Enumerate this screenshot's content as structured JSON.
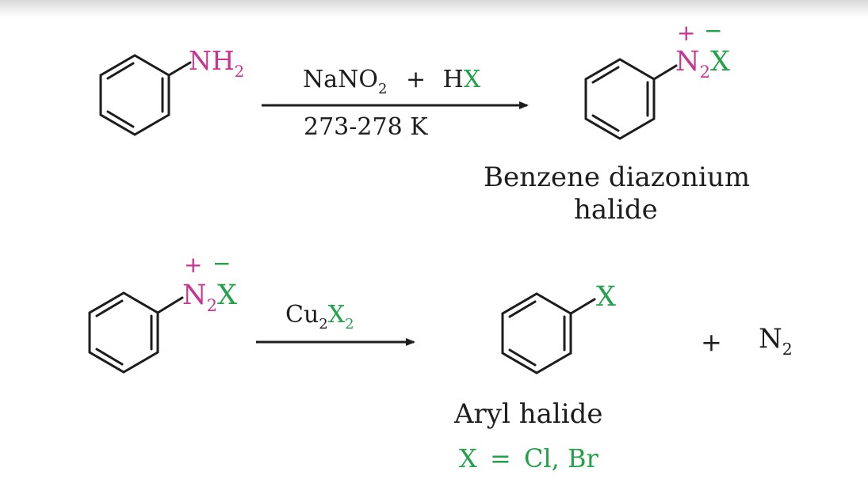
{
  "reaction1": {
    "amine": {
      "symbol": "NH",
      "subscript": "2"
    },
    "reagent": {
      "nitrite": "NaNO",
      "nitrite_sub": "2",
      "plus": "+",
      "acid": "HX"
    },
    "condition": "273-278 K",
    "product": {
      "n": "N",
      "n_sub": "2",
      "x": "X",
      "plus_charge": "+",
      "minus_charge": "−",
      "name_line1": "Benzene diazonium",
      "name_line2": "halide"
    }
  },
  "reaction2": {
    "reactant": {
      "n": "N",
      "n_sub": "2",
      "x": "X",
      "plus_charge": "+",
      "minus_charge": "−"
    },
    "reagent": {
      "cu": "Cu",
      "cu_sub": "2",
      "x": "X",
      "x_sub": "2"
    },
    "product": {
      "x": "X",
      "name": "Aryl halide"
    },
    "plus": "+",
    "byproduct": {
      "n": "N",
      "n_sub": "2"
    },
    "note": {
      "lhs": "X",
      "eq": "=",
      "rhs": "Cl, Br"
    }
  },
  "colors": {
    "nitrogen": "#c8348f",
    "halogen": "#22a14a",
    "text": "#1d1d1d"
  }
}
